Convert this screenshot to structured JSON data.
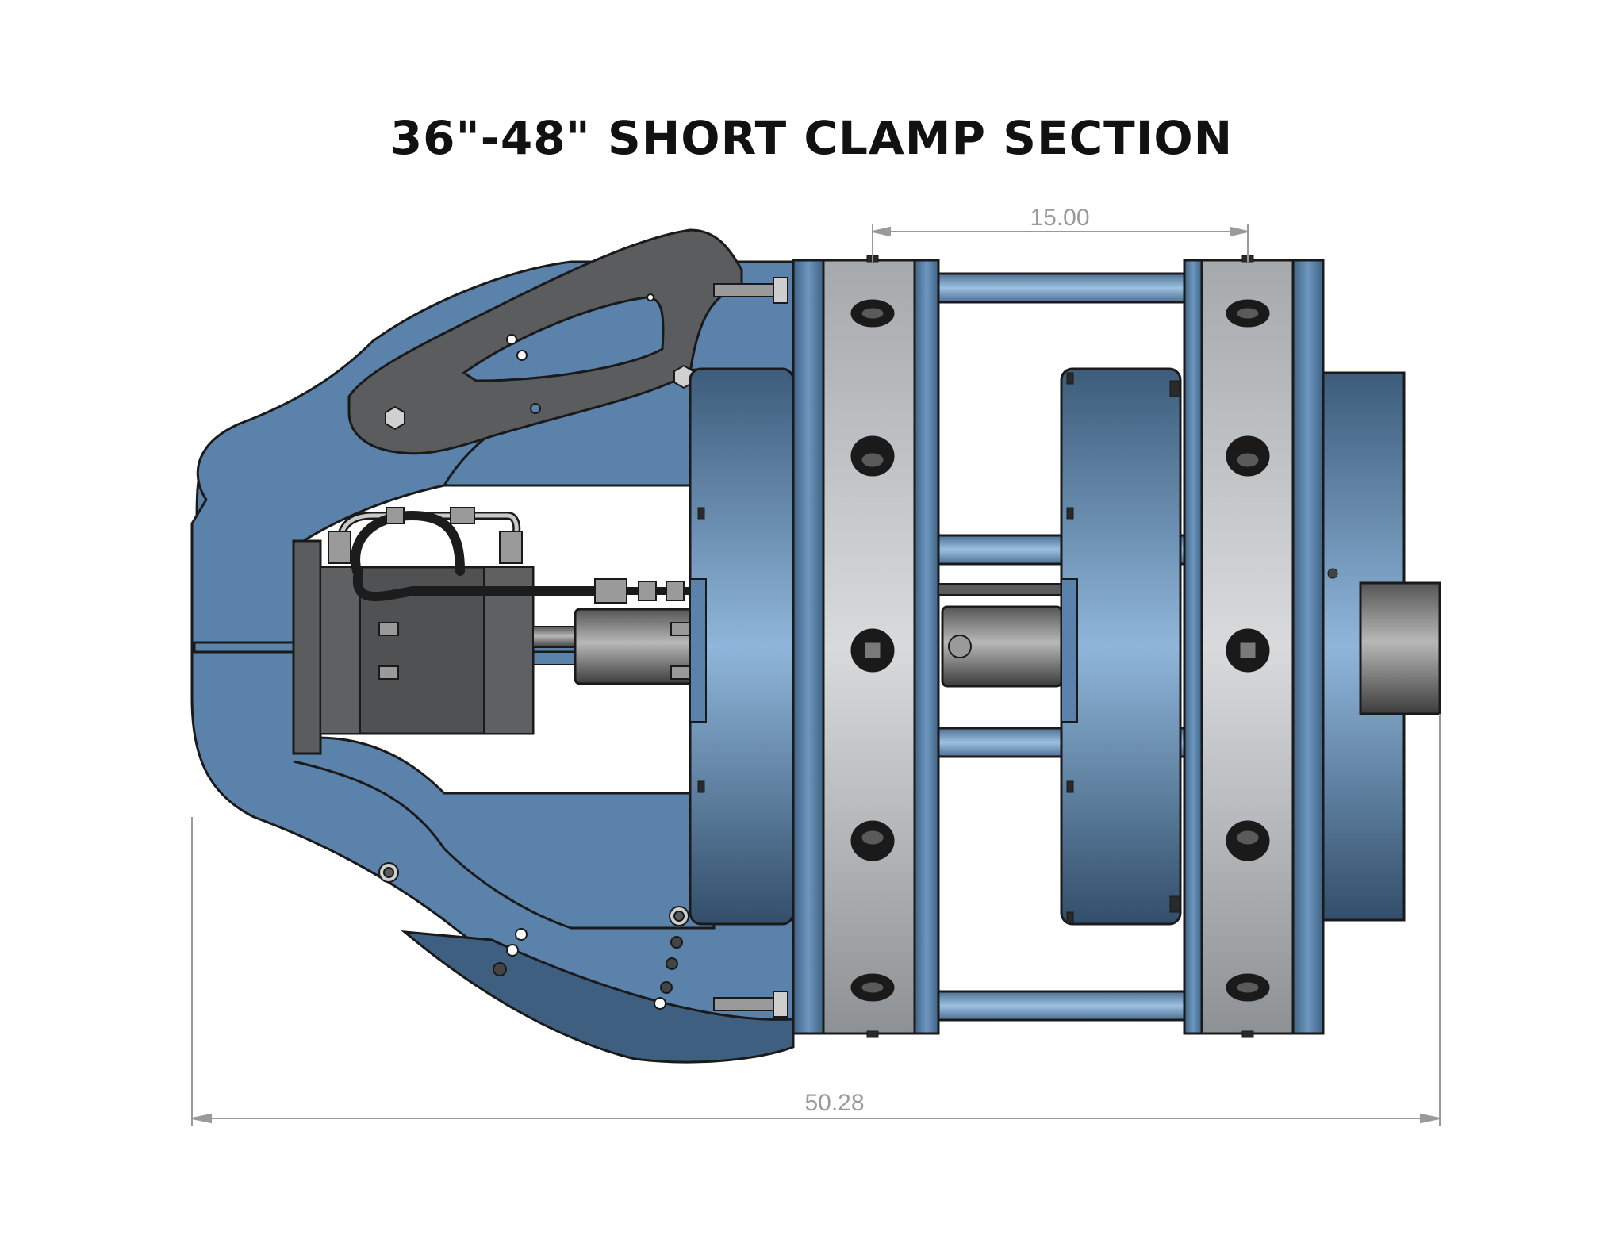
{
  "title": "36\"-48\" SHORT CLAMP SECTION",
  "dimensions": {
    "top_width": "15.00",
    "overall_length": "50.28"
  },
  "colors": {
    "steel_blue": "#5a82aa",
    "blue_dark": "#3e5f80",
    "gray_plate": "#5b5c5e",
    "silver_ring": "#b9bcbf",
    "outline": "#1a1a1a",
    "dimension_line": "#9a9a9a"
  }
}
